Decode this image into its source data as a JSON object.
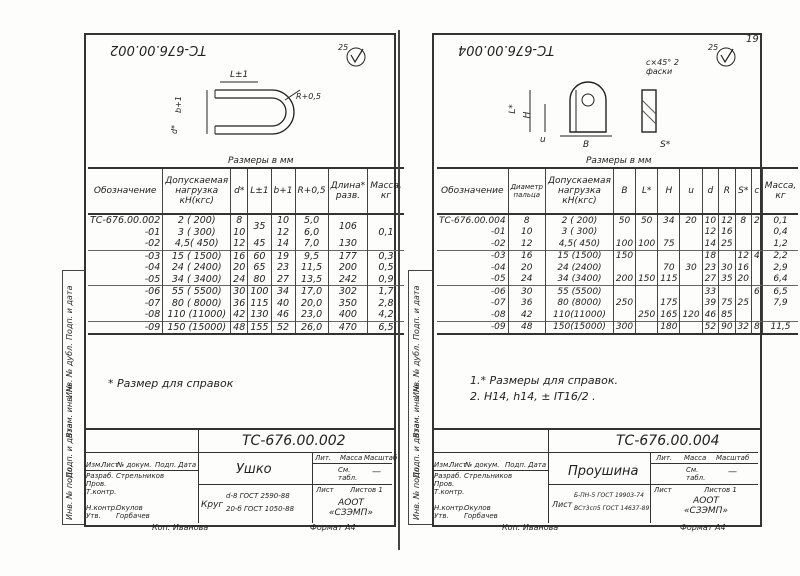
{
  "left_sheet": {
    "rotated_code": "ТС-676.00.002",
    "roughness": "25",
    "dim_L": "L±1",
    "dim_b": "b+1",
    "dim_d": "d*",
    "dim_R": "R+0,5",
    "units": "Размеры в мм",
    "headers": [
      "Обозначение",
      "Допускаемая нагрузка кН(кгс)",
      "d*",
      "L±1",
      "b+1",
      "R+0,5",
      "Длина* разв.",
      "Масса, кг"
    ],
    "rows": [
      [
        "ТС-676.00.002",
        "2  ( 200)",
        "8",
        "",
        "10",
        "5,0",
        "",
        ""
      ],
      [
        "-01",
        "3  ( 300)",
        "10",
        "",
        "12",
        "6,0",
        "",
        ""
      ],
      [
        "-02",
        "4,5( 450)",
        "12",
        "45",
        "14",
        "7,0",
        "130",
        ""
      ],
      [
        "-03",
        "15  ( 1500)",
        "16",
        "60",
        "19",
        "9,5",
        "177",
        "0,3"
      ],
      [
        "-04",
        "24  ( 2400)",
        "20",
        "65",
        "23",
        "11,5",
        "200",
        "0,5"
      ],
      [
        "-05",
        "34  ( 3400)",
        "24",
        "80",
        "27",
        "13,5",
        "242",
        "0,9"
      ],
      [
        "-06",
        "55  ( 5500)",
        "30",
        "100",
        "34",
        "17,0",
        "302",
        "1,7"
      ],
      [
        "-07",
        "80  ( 8000)",
        "36",
        "115",
        "40",
        "20,0",
        "350",
        "2,8"
      ],
      [
        "-08",
        "110 (11000)",
        "42",
        "130",
        "46",
        "23,0",
        "400",
        "4,2"
      ],
      [
        "-09",
        "150 (15000)",
        "48",
        "155",
        "52",
        "26,0",
        "470",
        "6,5"
      ]
    ],
    "merged_L": "35",
    "merged_len": "106",
    "merged_mass": "0,1",
    "note": "* Размер для справок",
    "side_labels": [
      "Подп. и дата",
      "Инв. № дубл.",
      "Взам. инв. №",
      "Подп. и дата",
      "Инв. № подл."
    ],
    "title_code": "ТС-676.00.002",
    "title_name": "Ушко",
    "tb_header": [
      "Лит.",
      "Масса",
      "Масштаб"
    ],
    "tb_cm": "См. табл.",
    "tb_dash": "—",
    "tb_sheet": "Лист",
    "tb_sheets": "Листов 1",
    "tb_org": "АООТ «СЗЭМП»",
    "tb_material_1": "d-8 ГОСТ 2590-88",
    "tb_material_2": "20-б ГОСТ 1050-88",
    "tb_material_pre": "Круг",
    "tb_roles": [
      "Изм.",
      "Лист",
      "№ докум.",
      "Подп.",
      "Дата",
      "Разраб.",
      "Пров.",
      "Т.контр.",
      "Н.контр.",
      "Утв."
    ],
    "tb_names": [
      "Стрельников",
      "Окулов",
      "Горбачев"
    ],
    "copy": "Коп. Иванова",
    "format": "Формат А4"
  },
  "right_sheet": {
    "rotated_code": "ТС-676.00.004",
    "roughness": "25",
    "page_number": "19",
    "dim_L": "L*",
    "dim_H": "H",
    "dim_u": "u",
    "dim_B": "B",
    "dim_S": "S*",
    "chamfer": "c×45° 2 фаски",
    "units": "Размеры в мм",
    "headers": [
      "Обозначение",
      "Диаметр пальца",
      "Допускаемая нагрузка кН(кгс)",
      "B",
      "L*",
      "H",
      "u",
      "d",
      "R",
      "S*",
      "c",
      "Масса, кг"
    ],
    "rows": [
      [
        "ТС-676.00.004",
        "8",
        "2 ( 200)",
        "50",
        "50",
        "34",
        "20",
        "10",
        "12",
        "8",
        "2",
        "0,1"
      ],
      [
        "-01",
        "10",
        "3 ( 300)",
        "",
        "",
        "",
        "",
        "12",
        "16",
        "",
        "",
        "0,4"
      ],
      [
        "-02",
        "12",
        "4,5( 450)",
        "100",
        "100",
        "75",
        "",
        "14",
        "25",
        "",
        "",
        "1,2"
      ],
      [
        "-03",
        "16",
        "15 (1500)",
        "150",
        "",
        "",
        "",
        "18",
        "",
        "12",
        "4",
        "2,2"
      ],
      [
        "-04",
        "20",
        "24 (2400)",
        "",
        "",
        "70",
        "30",
        "23",
        "30",
        "16",
        "",
        "2,9"
      ],
      [
        "-05",
        "24",
        "34 (3400)",
        "200",
        "150",
        "115",
        "",
        "27",
        "35",
        "20",
        "",
        "6,4"
      ],
      [
        "-06",
        "30",
        "55 (5500)",
        "",
        "",
        "",
        "",
        "33",
        "",
        "",
        "6",
        "6,5"
      ],
      [
        "-07",
        "36",
        "80 (8000)",
        "250",
        "",
        "175",
        "",
        "39",
        "75",
        "25",
        "",
        "7,9"
      ],
      [
        "-08",
        "42",
        "110(11000)",
        "",
        "250",
        "165",
        "120",
        "46",
        "85",
        "",
        "",
        ""
      ],
      [
        "-09",
        "48",
        "150(15000)",
        "300",
        "",
        "180",
        "",
        "52",
        "90",
        "32",
        "8",
        "11,5"
      ]
    ],
    "notes": [
      "1.* Размеры для справок.",
      "2. H14, h14, ± IT16/2 ."
    ],
    "side_labels": [
      "Подп. и дата",
      "Инв. № дубл.",
      "Взам. инв. №",
      "Подп. и дата",
      "Инв. № подл."
    ],
    "title_code": "ТС-676.00.004",
    "title_name": "Проушина",
    "tb_header": [
      "Лит.",
      "Масса",
      "Масштаб"
    ],
    "tb_cm": "См. табл.",
    "tb_dash": "—",
    "tb_sheet": "Лист",
    "tb_sheets": "Листов 1",
    "tb_org": "АООТ «СЗЭМП»",
    "tb_material_1": "Б-ПН-5 ГОСТ 19903-74",
    "tb_material_2": "ВСт3сп5 ГОСТ 14637-89",
    "tb_material_pre": "Лист",
    "tb_roles": [
      "Изм.",
      "Лист",
      "№ докум.",
      "Подп.",
      "Дата",
      "Разраб.",
      "Пров.",
      "Т.контр.",
      "Н.контр.",
      "Утв."
    ],
    "tb_names": [
      "Стрельников",
      "Окулов",
      "Горбачев"
    ],
    "copy": "Коп. Иванова",
    "format": "Формат А4"
  },
  "colors": {
    "ink": "#222222",
    "paper": "#fdfdfb"
  }
}
